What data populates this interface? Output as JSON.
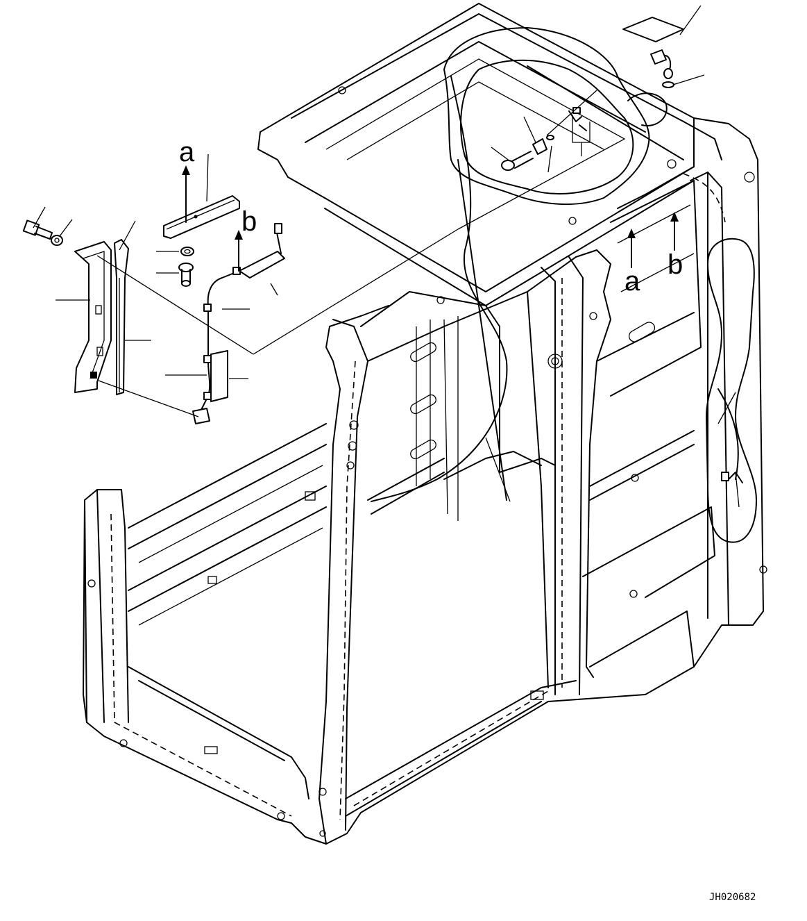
{
  "diagram": {
    "callout_a_left": "a",
    "callout_b_left": "b",
    "callout_a_right": "a",
    "callout_b_right": "b",
    "drawing_code": "JH020682"
  }
}
